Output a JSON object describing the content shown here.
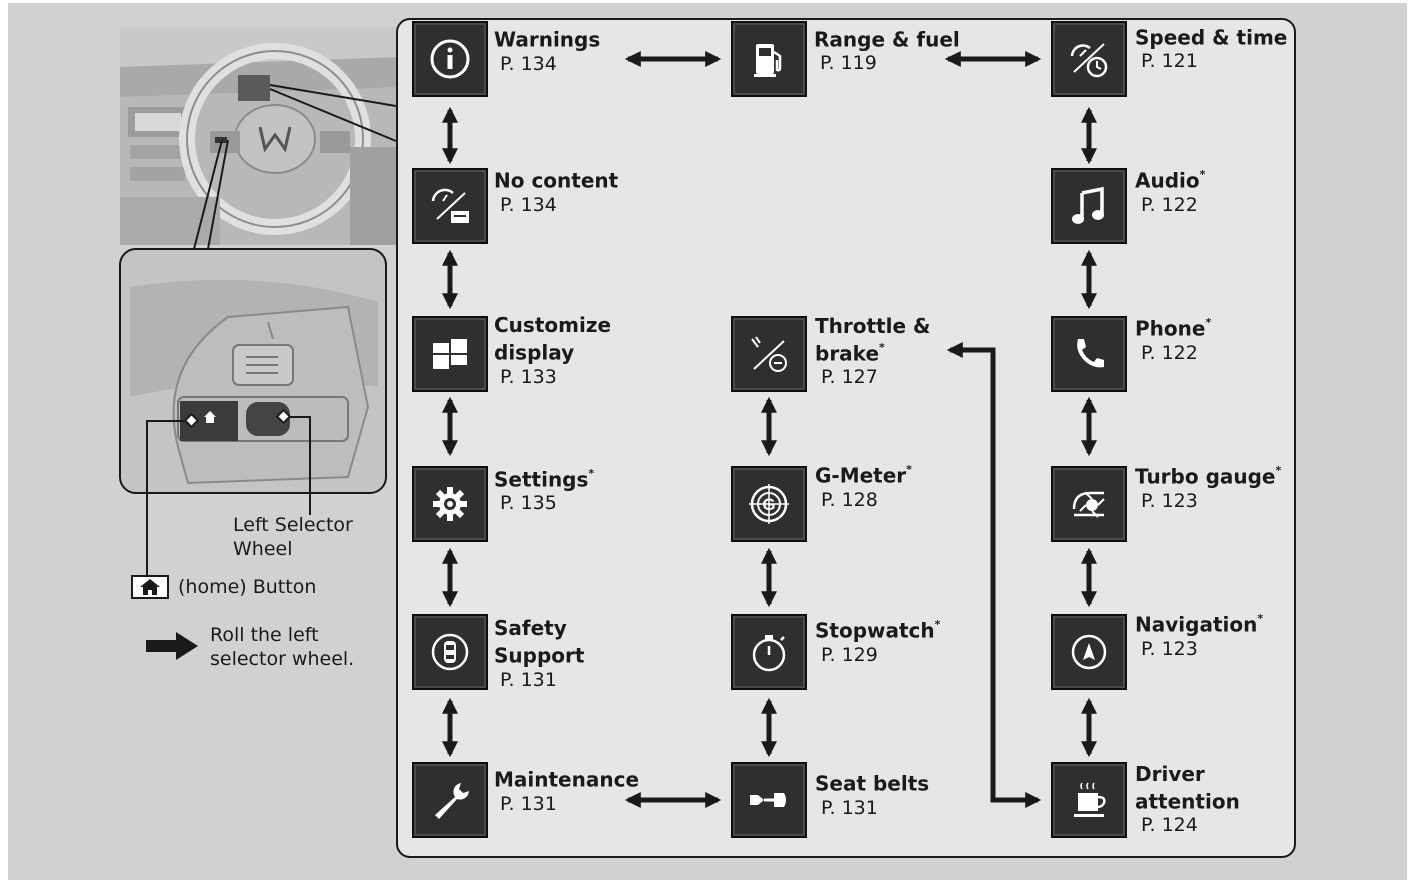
{
  "items": {
    "warnings": {
      "label": "Warnings",
      "star": "",
      "page": "P. 134",
      "icon": "info-icon"
    },
    "range_fuel": {
      "label": "Range & fuel",
      "star": "",
      "page": "P. 119",
      "icon": "fuel-pump-icon"
    },
    "speed_time": {
      "label": "Speed & time",
      "star": "",
      "page": "P. 121",
      "icon": "speedometer-clock-icon"
    },
    "no_content": {
      "label": "No content",
      "star": "",
      "page": "P. 134",
      "icon": "gauge-off-icon"
    },
    "audio": {
      "label": "Audio",
      "star": "*",
      "page": "P. 122",
      "icon": "music-note-icon"
    },
    "customize_display": {
      "label": "Customize\ndisplay",
      "star": "",
      "page": "P. 133",
      "icon": "layout-grid-icon"
    },
    "throttle_brake": {
      "label": "Throttle &\nbrake",
      "star": "*",
      "page": "P. 127",
      "icon": "pedal-icon"
    },
    "phone": {
      "label": "Phone",
      "star": "*",
      "page": "P. 122",
      "icon": "phone-icon"
    },
    "settings": {
      "label": "Settings",
      "star": "*",
      "page": "P. 135",
      "icon": "gear-icon"
    },
    "g_meter": {
      "label": "G-Meter",
      "star": "*",
      "page": "P. 128",
      "icon": "g-meter-icon"
    },
    "turbo_gauge": {
      "label": "Turbo gauge",
      "star": "*",
      "page": "P. 123",
      "icon": "turbo-icon"
    },
    "safety_support": {
      "label": "Safety\nSupport",
      "star": "",
      "page": "P. 131",
      "icon": "car-safety-icon"
    },
    "stopwatch": {
      "label": "Stopwatch",
      "star": "*",
      "page": "P. 129",
      "icon": "stopwatch-icon"
    },
    "navigation": {
      "label": "Navigation",
      "star": "*",
      "page": "P. 123",
      "icon": "compass-icon"
    },
    "maintenance": {
      "label": "Maintenance",
      "star": "",
      "page": "P. 131",
      "icon": "wrench-icon"
    },
    "seat_belts": {
      "label": "Seat belts",
      "star": "",
      "page": "P. 131",
      "icon": "seat-belt-icon"
    },
    "driver_attention": {
      "label": "Driver\nattention",
      "star": "",
      "page": "P. 124",
      "icon": "coffee-cup-icon"
    }
  },
  "legend": {
    "left_selector_wheel": "Left Selector\nWheel",
    "home_button": "(home) Button",
    "roll_instruction": "Roll the left\nselector wheel."
  },
  "colors": {
    "tile": "#2f2f2f",
    "panel": "#e6e6e6",
    "background": "#d1d1d1",
    "ink": "#1a1a1a"
  }
}
